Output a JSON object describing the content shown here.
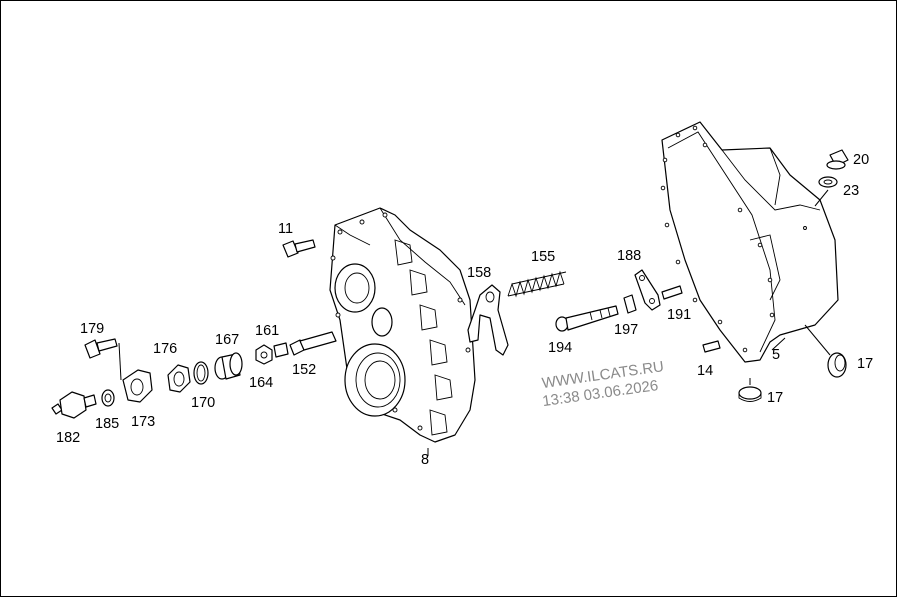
{
  "labels": {
    "p11": "11",
    "p8": "8",
    "p158": "158",
    "p155": "155",
    "p188": "188",
    "p191": "191",
    "p197": "197",
    "p194": "194",
    "p20": "20",
    "p23": "23",
    "p5": "5",
    "p14": "14",
    "p17a": "17",
    "p17b": "17",
    "p179": "179",
    "p176": "176",
    "p167": "167",
    "p161": "161",
    "p152": "152",
    "p164": "164",
    "p170": "170",
    "p173": "173",
    "p185": "185",
    "p182": "182"
  },
  "watermark": {
    "line1": "WWW.ILCATS.RU",
    "line2": "13:38 03.06.2026"
  }
}
